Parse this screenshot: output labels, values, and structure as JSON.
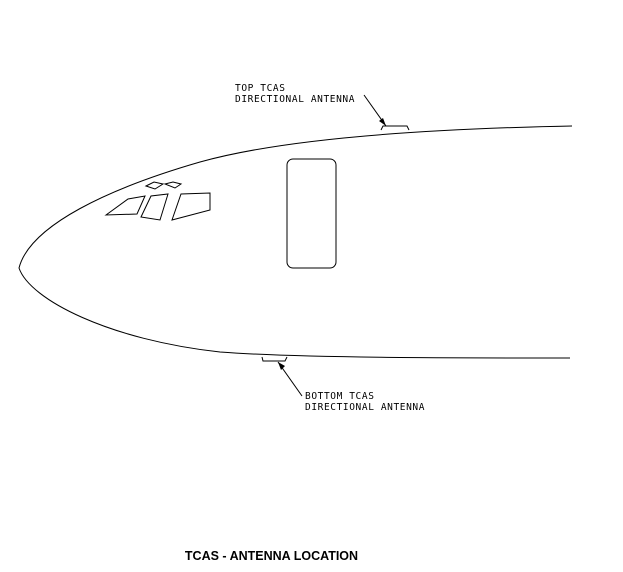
{
  "callouts": {
    "top": {
      "line1": "TOP TCAS",
      "line2": "DIRECTIONAL ANTENNA"
    },
    "bottom": {
      "line1": "BOTTOM TCAS",
      "line2": "DIRECTIONAL ANTENNA"
    }
  },
  "caption": "TCAS - ANTENNA LOCATION"
}
